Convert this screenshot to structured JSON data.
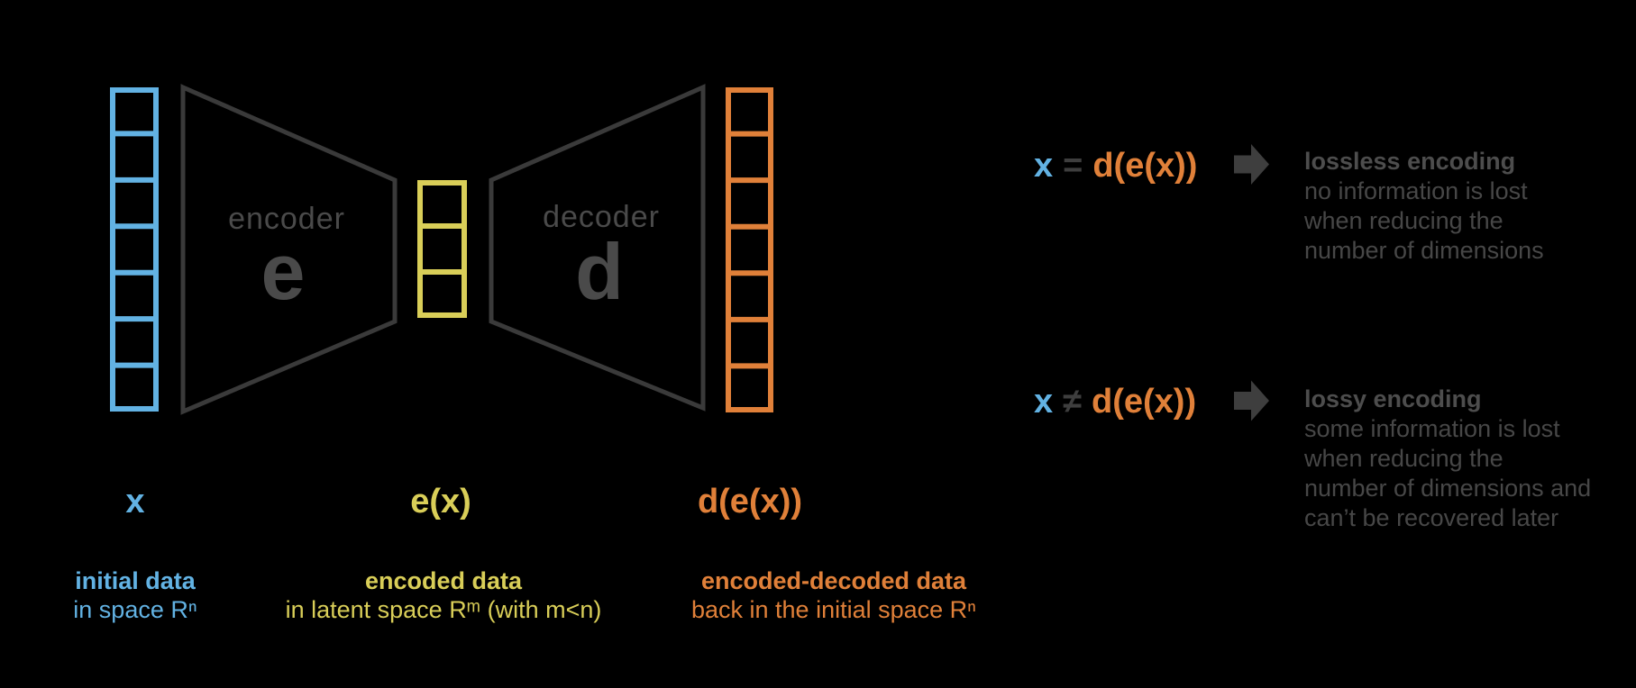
{
  "title": "autoencoder encoding-decoding diagram",
  "colors": {
    "background": "#000000",
    "input_blue": "#62B2E3",
    "latent_yellow": "#D9CE58",
    "output_orange": "#E08039",
    "shape_stroke_gray": "#3A3A3A",
    "inner_text_gray": "#4A4A4A",
    "note_text_gray": "#474747",
    "arrow_gray": "#3E3E3E"
  },
  "diagram": {
    "input_vector": {
      "cells": 7,
      "color": "#62B2E3"
    },
    "latent_vector": {
      "cells": 3,
      "color": "#D9CE58"
    },
    "output_vector": {
      "cells": 7,
      "color": "#E08039"
    },
    "encoder": {
      "label": "encoder",
      "symbol": "e"
    },
    "decoder": {
      "label": "decoder",
      "symbol": "d"
    },
    "labels": {
      "input": "x",
      "latent": "e(x)",
      "output": "d(e(x))"
    },
    "captions": {
      "input": {
        "title": "initial data",
        "subtitle": "in space Rⁿ"
      },
      "latent": {
        "title": "encoded data",
        "subtitle": "in latent space Rᵐ (with m<n)"
      },
      "output": {
        "title": "encoded-decoded data",
        "subtitle": "back in the initial space Rⁿ"
      }
    }
  },
  "annotations": [
    {
      "equation": {
        "lhs": "x",
        "operator": "=",
        "rhs": "d(e(x))"
      },
      "title": "lossless encoding",
      "body": [
        "no information is lost",
        "when reducing the",
        "number of dimensions"
      ]
    },
    {
      "equation": {
        "lhs": "x",
        "operator": "≠",
        "rhs": "d(e(x))"
      },
      "title": "lossy encoding",
      "body": [
        "some information is lost",
        "when reducing the",
        "number of dimensions and",
        "can’t be recovered later"
      ]
    }
  ]
}
